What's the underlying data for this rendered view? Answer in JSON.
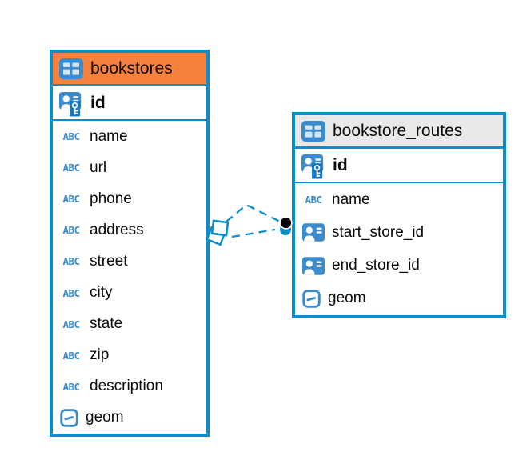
{
  "colors": {
    "accent": "#0E8DCB",
    "icon_blue": "#3B8CCE",
    "key_blue": "#1577C2",
    "header_orange": "#F5813E",
    "header_gray": "#E9E9E9",
    "text": "#0B0B0B",
    "canvas_bg": "#FFFFFF"
  },
  "type_icon_labels": {
    "text": "ABC"
  },
  "tables": [
    {
      "name": "bookstores",
      "header_style": "orange",
      "primary_key": {
        "name": "id"
      },
      "columns": [
        {
          "name": "name",
          "type": "text"
        },
        {
          "name": "url",
          "type": "text"
        },
        {
          "name": "phone",
          "type": "text"
        },
        {
          "name": "address",
          "type": "text"
        },
        {
          "name": "street",
          "type": "text"
        },
        {
          "name": "city",
          "type": "text"
        },
        {
          "name": "state",
          "type": "text"
        },
        {
          "name": "zip",
          "type": "text"
        },
        {
          "name": "description",
          "type": "text"
        },
        {
          "name": "geom",
          "type": "geometry"
        }
      ]
    },
    {
      "name": "bookstore_routes",
      "header_style": "gray",
      "primary_key": {
        "name": "id"
      },
      "columns": [
        {
          "name": "name",
          "type": "text"
        },
        {
          "name": "start_store_id",
          "type": "reference"
        },
        {
          "name": "end_store_id",
          "type": "reference"
        },
        {
          "name": "geom",
          "type": "geometry"
        }
      ]
    }
  ],
  "relationship": {
    "from_table": "bookstores",
    "to_table": "bookstore_routes",
    "style": "dashed",
    "line_count": 2
  }
}
